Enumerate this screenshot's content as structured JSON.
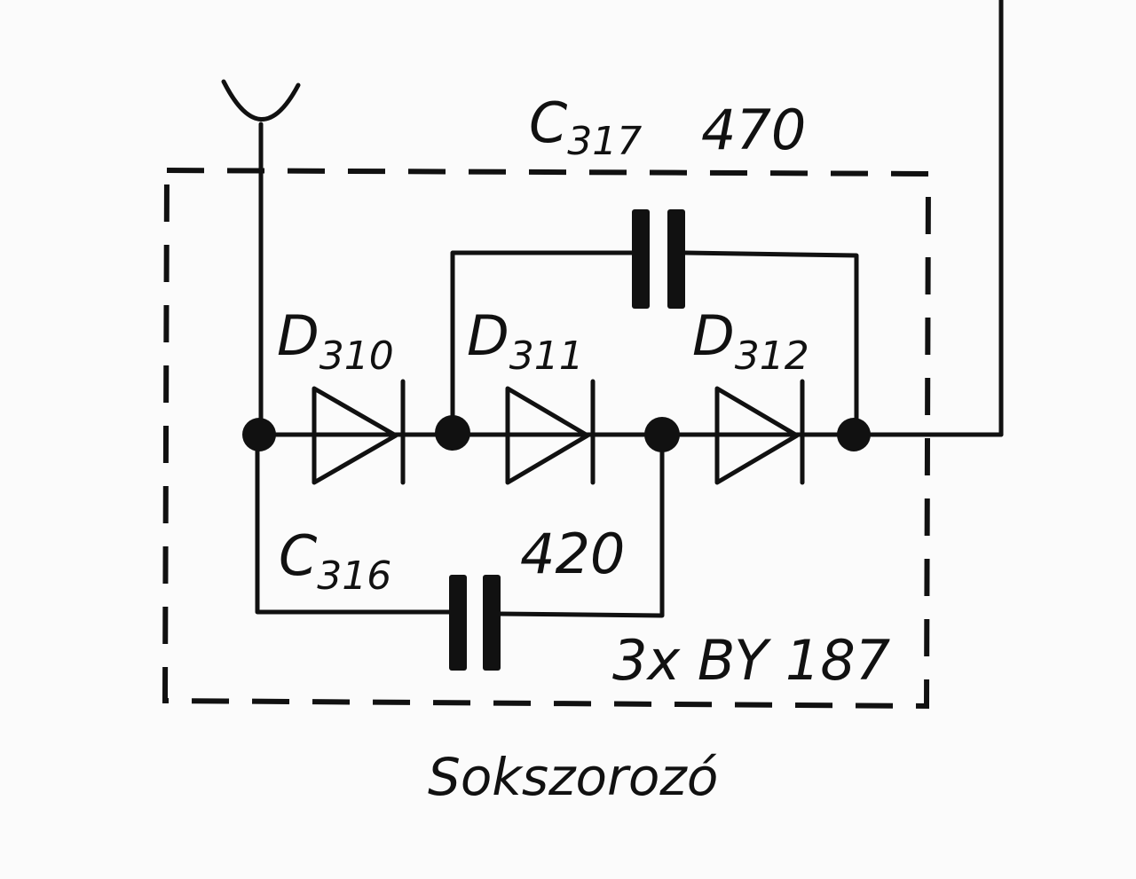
{
  "diagram": {
    "title": "Sokszorozó",
    "components": {
      "c317": {
        "name": "C",
        "sub": "317",
        "value": "470"
      },
      "c316": {
        "name": "C",
        "sub": "316",
        "value": "420"
      },
      "d310": {
        "name": "D",
        "sub": "310"
      },
      "d311": {
        "name": "D",
        "sub": "311"
      },
      "d312": {
        "name": "D",
        "sub": "312"
      }
    },
    "part_note": "3x BY 187"
  },
  "colors": {
    "ink": "#111111",
    "paper": "#fbfbfb"
  }
}
